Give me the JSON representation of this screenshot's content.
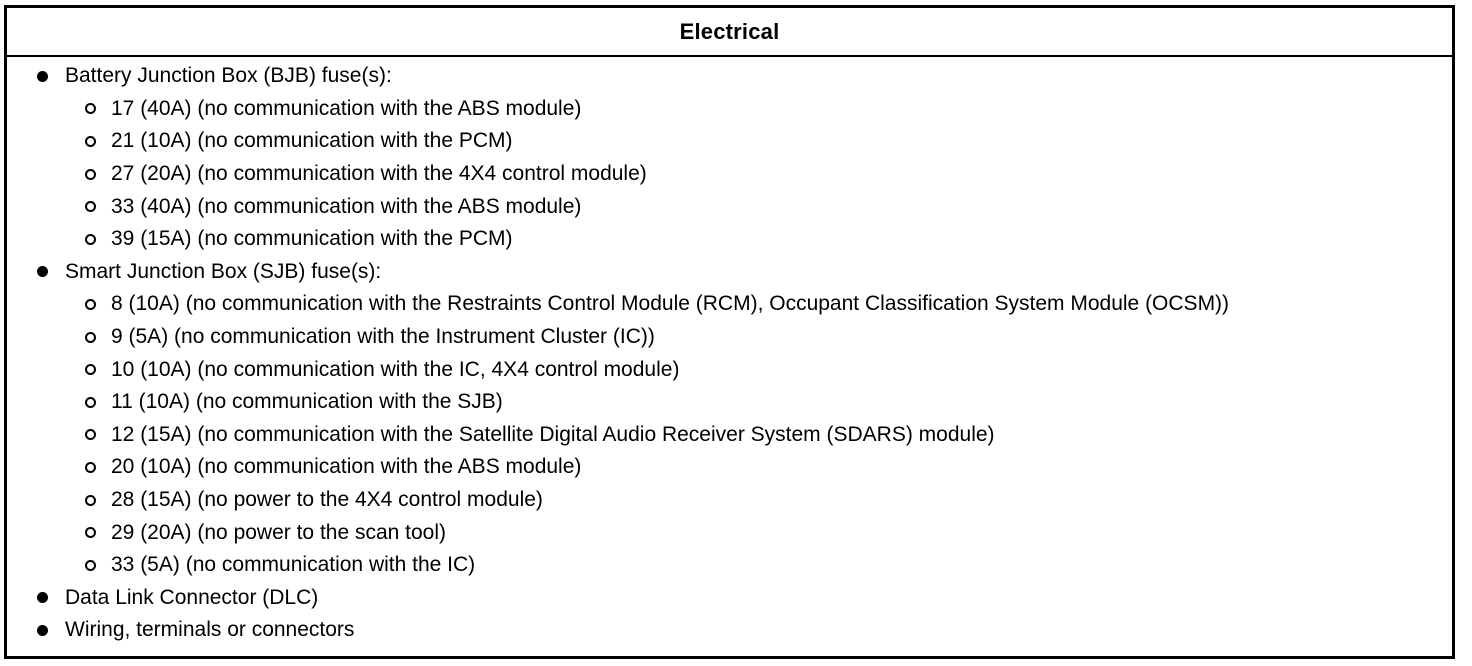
{
  "header": {
    "title": "Electrical"
  },
  "list": {
    "items": [
      {
        "label": "Battery Junction Box (BJB) fuse(s):",
        "children": [
          "17 (40A) (no communication with the ABS module)",
          "21 (10A) (no communication with the PCM)",
          "27 (20A) (no communication with the 4X4 control module)",
          "33 (40A) (no communication with the ABS module)",
          "39 (15A) (no communication with the PCM)"
        ]
      },
      {
        "label": "Smart Junction Box (SJB) fuse(s):",
        "children": [
          "8 (10A) (no communication with the Restraints Control Module (RCM), Occupant Classification System Module (OCSM))",
          "9 (5A) (no communication with the Instrument Cluster (IC))",
          "10 (10A) (no communication with the IC, 4X4 control module)",
          "11 (10A) (no communication with the SJB)",
          "12 (15A) (no communication with the Satellite Digital Audio Receiver System (SDARS) module)",
          "20 (10A) (no communication with the ABS module)",
          "28 (15A) (no power to the 4X4 control module)",
          "29 (20A) (no power to the scan tool)",
          "33 (5A) (no communication with the IC)"
        ]
      },
      {
        "label": "Data Link Connector (DLC)",
        "children": []
      },
      {
        "label": "Wiring, terminals or connectors",
        "children": []
      }
    ]
  },
  "icons": {
    "level1_bullet": "filled-circle",
    "level2_bullet": "open-circle"
  },
  "colors": {
    "text": "#000000",
    "border": "#000000",
    "background": "#ffffff"
  }
}
